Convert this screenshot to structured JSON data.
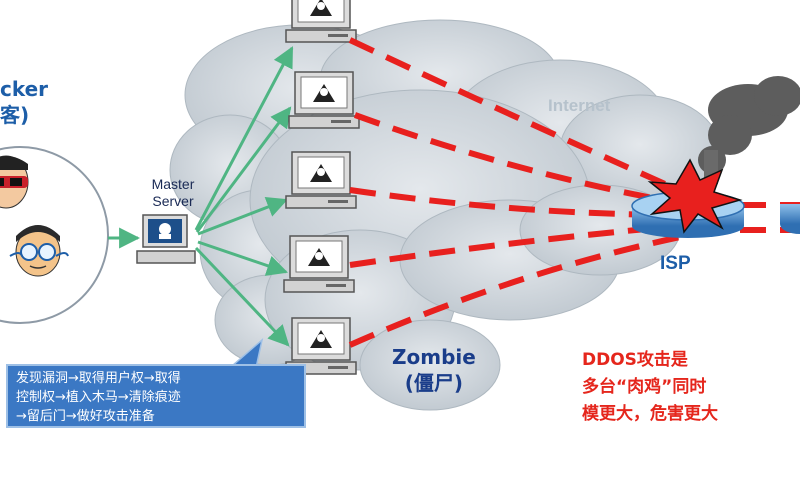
{
  "labels": {
    "attacker_line1": "cker",
    "attacker_line2": "客)",
    "master_line1": "Master",
    "master_line2": "Server",
    "internet": "Internet",
    "isp": "ISP",
    "zombie_line1": "Zombie",
    "zombie_line2": "(僵尸)"
  },
  "steps_box": {
    "lines": [
      "发现漏洞→取得用户权→取得",
      "控制权→植入木马→清除痕迹",
      "→留后门→做好攻击准备"
    ]
  },
  "ddos_note": {
    "lines": [
      "DDOS攻击是",
      "多台“肉鸡”同时",
      "模更大，危害更大"
    ]
  },
  "colors": {
    "cloud": "#cfd6dc",
    "attack_line": "#e8201e",
    "control_arrow": "#4fb583",
    "router": "#4a86c6",
    "explosion": "#e8201e",
    "smoke": "#5d5d5d",
    "steps_box_bg": "#3b78c4",
    "note_text": "#e5261c"
  },
  "icons": {
    "zombie": "computer-monitor-icon",
    "master": "computer-monitor-icon",
    "isp": "router-icon",
    "attack": "explosion-icon",
    "smoke": "smoke-icon"
  }
}
